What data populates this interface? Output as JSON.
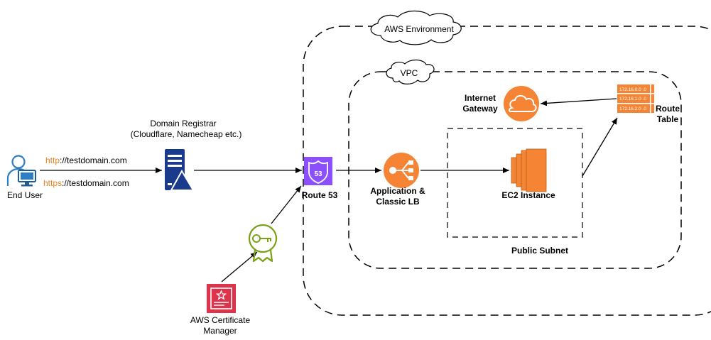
{
  "containers": {
    "aws_environment": "AWS Environment",
    "vpc": "VPC",
    "public_subnet": "Public Subnet"
  },
  "end_user": {
    "label": "End User"
  },
  "http_url": {
    "scheme": "http",
    "rest": "://testdomain.com"
  },
  "https_url": {
    "scheme": "https",
    "rest": "://testdomain.com"
  },
  "domain_registrar": {
    "line1": "Domain Registrar",
    "line2": "(Cloudflare, Namecheap etc.)"
  },
  "route53": {
    "label": "Route 53",
    "badge": "53"
  },
  "acm": {
    "line1": "AWS Certificate",
    "line2": "Manager"
  },
  "load_balancer": {
    "line1": "Application &",
    "line2": "Classic LB"
  },
  "ec2": {
    "label": "EC2 Instance"
  },
  "internet_gateway": {
    "line1": "Internet",
    "line2": "Gateway"
  },
  "route_table": {
    "line1": "Route",
    "line2": "Table",
    "entries": [
      "172.16.0.0 .0",
      "172.16.1.0 .0",
      "172.16.2.0 .0"
    ]
  },
  "colors": {
    "aws_orange": "#f58534",
    "route53_purple": "#8c4fff",
    "acm_red": "#dd344c",
    "acm_green": "#7aa116",
    "registrar_blue": "#1a3a8c",
    "user_blue": "#2d7fc4"
  }
}
